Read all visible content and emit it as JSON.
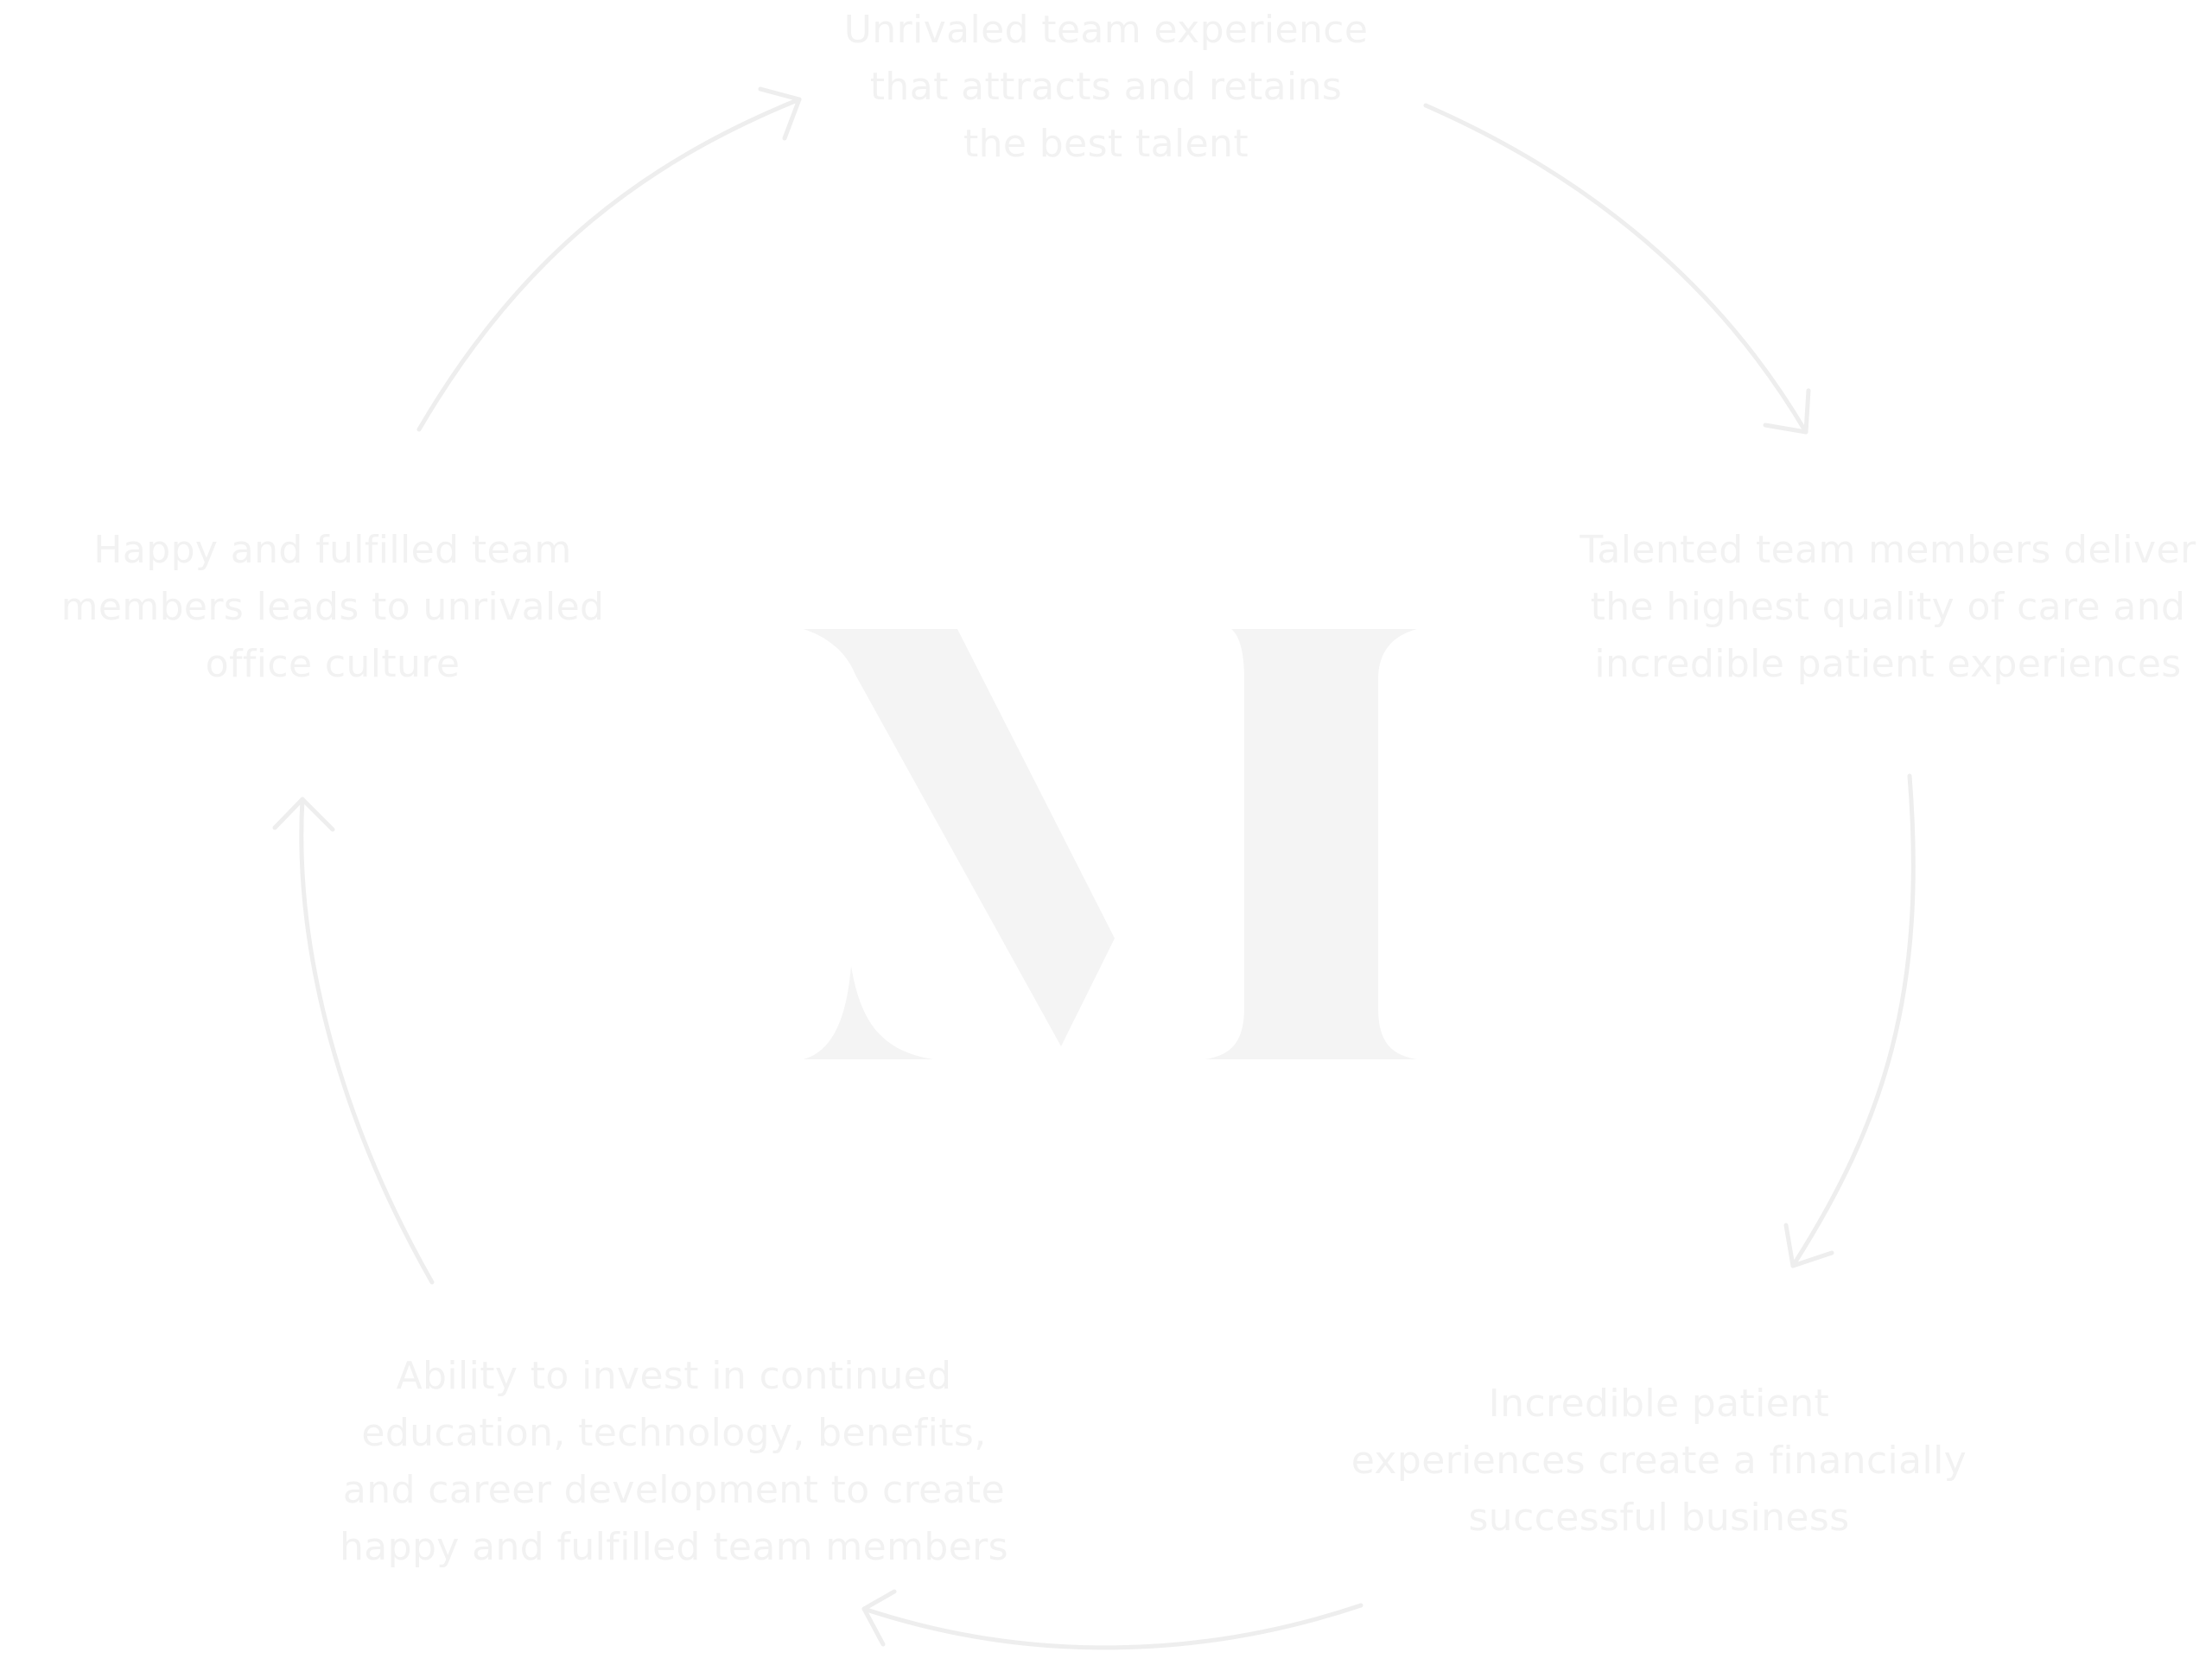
{
  "cycle": {
    "steps": [
      {
        "lines": [
          "Unrivaled team experience",
          "that attracts and retains",
          "the best talent"
        ]
      },
      {
        "lines": [
          "Talented team members deliver",
          "the highest quality of care and",
          "incredible patient experiences"
        ]
      },
      {
        "lines": [
          "Incredible patient",
          "experiences create a financially",
          "successful business"
        ]
      },
      {
        "lines": [
          "Ability to invest in continued",
          "education, technology, benefits,",
          "and career development to create",
          "happy and fulfilled team members"
        ]
      },
      {
        "lines": [
          "Happy and fulfilled team",
          "members leads to unrivaled",
          "office culture"
        ]
      }
    ]
  },
  "logo": {
    "letter": "M",
    "icon": "m-monogram-logo"
  },
  "colors": {
    "text": "#f2f2f2",
    "arrow": "#eeeeee",
    "logo": "#f4f4f4",
    "background": "#ffffff"
  }
}
